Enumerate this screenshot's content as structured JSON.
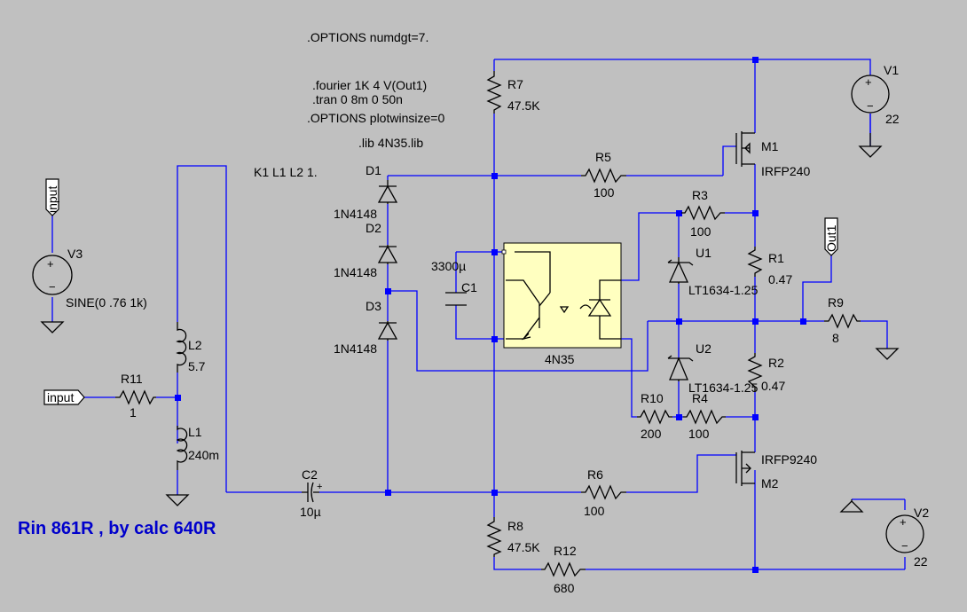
{
  "directives": {
    "numdgt": ".OPTIONS numdgt=7.",
    "fourier": ".fourier 1K 4 V(Out1)",
    "tran": ".tran 0 8m 0 50n",
    "plotwinsize": ".OPTIONS plotwinsize=0",
    "lib": ".lib 4N35.lib",
    "coupling": "K1 L1 L2 1."
  },
  "note": "Rin 861R , by calc 640R",
  "flags": {
    "input_v3": "input",
    "input_r11": "input",
    "out1": "Out1"
  },
  "components": {
    "R7": {
      "name": "R7",
      "value": "47.5K"
    },
    "R8": {
      "name": "R8",
      "value": "47.5K"
    },
    "R5": {
      "name": "R5",
      "value": "100"
    },
    "R6": {
      "name": "R6",
      "value": "100"
    },
    "R3": {
      "name": "R3",
      "value": "100"
    },
    "R4": {
      "name": "R4",
      "value": "100"
    },
    "R1": {
      "name": "R1",
      "value": "0.47"
    },
    "R2": {
      "name": "R2",
      "value": "0.47"
    },
    "R9": {
      "name": "R9",
      "value": "8"
    },
    "R10": {
      "name": "R10",
      "value": "200"
    },
    "R11": {
      "name": "R11",
      "value": "1"
    },
    "R12": {
      "name": "R12",
      "value": "680"
    },
    "L1": {
      "name": "L1",
      "value": "240m"
    },
    "L2": {
      "name": "L2",
      "value": "5.7"
    },
    "C1": {
      "name": "C1",
      "value": "3300µ"
    },
    "C2": {
      "name": "C2",
      "value": "10µ"
    },
    "D1": {
      "name": "D1",
      "value": "1N4148"
    },
    "D2": {
      "name": "D2",
      "value": "1N4148"
    },
    "D3": {
      "name": "D3",
      "value": "1N4148"
    },
    "U1": {
      "name": "U1",
      "value": "LT1634-1.25"
    },
    "U2": {
      "name": "U2",
      "value": "LT1634-1.25"
    },
    "M1": {
      "name": "M1",
      "value": "IRFP240"
    },
    "M2": {
      "name": "M2",
      "value": "IRFP9240"
    },
    "V1": {
      "name": "V1",
      "value": "22"
    },
    "V2": {
      "name": "V2",
      "value": "22"
    },
    "V3": {
      "name": "V3",
      "value": "SINE(0 .76 1k)"
    },
    "OPTO": {
      "name": "4N35"
    }
  },
  "colors": {
    "wire": "#0000ff",
    "background": "#c0c0c0",
    "opto_fill": "#ffffc0",
    "note": "#0000cc"
  }
}
